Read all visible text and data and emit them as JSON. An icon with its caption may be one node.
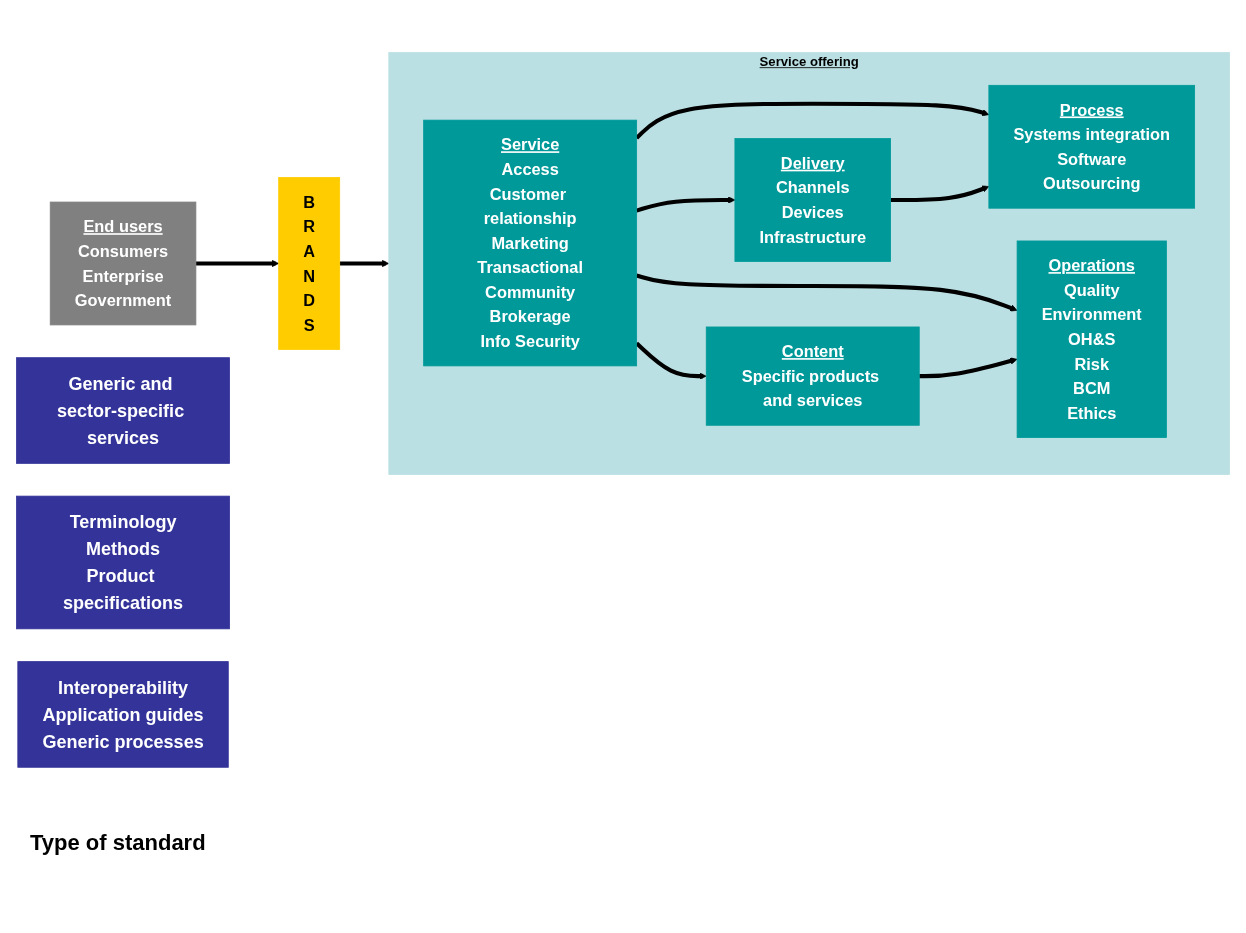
{
  "diagram": {
    "nodes": [
      {
        "text": [
          "End users",
          "Consumers",
          "Enterprise",
          "Government"
        ]
      },
      {
        "text": [
          "B R A N D S"
        ]
      },
      {
        "text": [
          "Service offering"
        ]
      },
      {
        "text": [
          "Service",
          "Access",
          "Customer relationship",
          "Marketing",
          "Transactional",
          "Community",
          "Brokerage",
          "Info Security"
        ],
        "in": 2
      },
      {
        "text": [
          "Delivery",
          "Channels",
          "Devices",
          "Infrastructure"
        ],
        "in": 2
      },
      {
        "text": [
          "Process",
          "Systems integration",
          "Software",
          "Outsourcing"
        ],
        "in": 2
      },
      {
        "text": [
          "Operations",
          "Quality",
          "Environment",
          "OH&S",
          "Risk",
          "BCM",
          "Ethics"
        ],
        "in": 2
      },
      {
        "text": [
          "Content",
          "Specific products and services"
        ],
        "in": 2
      },
      {
        "text": [
          "Generic and sector-specific services"
        ]
      },
      {
        "text": [
          "Terminology",
          "Methods",
          "Product specifications"
        ]
      },
      {
        "text": [
          "Interoperability",
          "Application guides",
          "Generic processes"
        ]
      }
    ],
    "edges": [
      {
        "from": 0,
        "to": 1,
        "arrow": "to"
      },
      {
        "from": 1,
        "to": 2,
        "arrow": "to"
      },
      {
        "from": 3,
        "to": 4,
        "arrow": "to"
      },
      {
        "from": 3,
        "to": 5,
        "arrow": "to"
      },
      {
        "from": 3,
        "to": 6,
        "arrow": "to"
      },
      {
        "from": 3,
        "to": 7,
        "arrow": "to"
      },
      {
        "from": 4,
        "to": 5,
        "arrow": "to"
      },
      {
        "from": 7,
        "to": 6,
        "arrow": "to"
      }
    ],
    "labels": [
      "Type of standard"
    ]
  }
}
